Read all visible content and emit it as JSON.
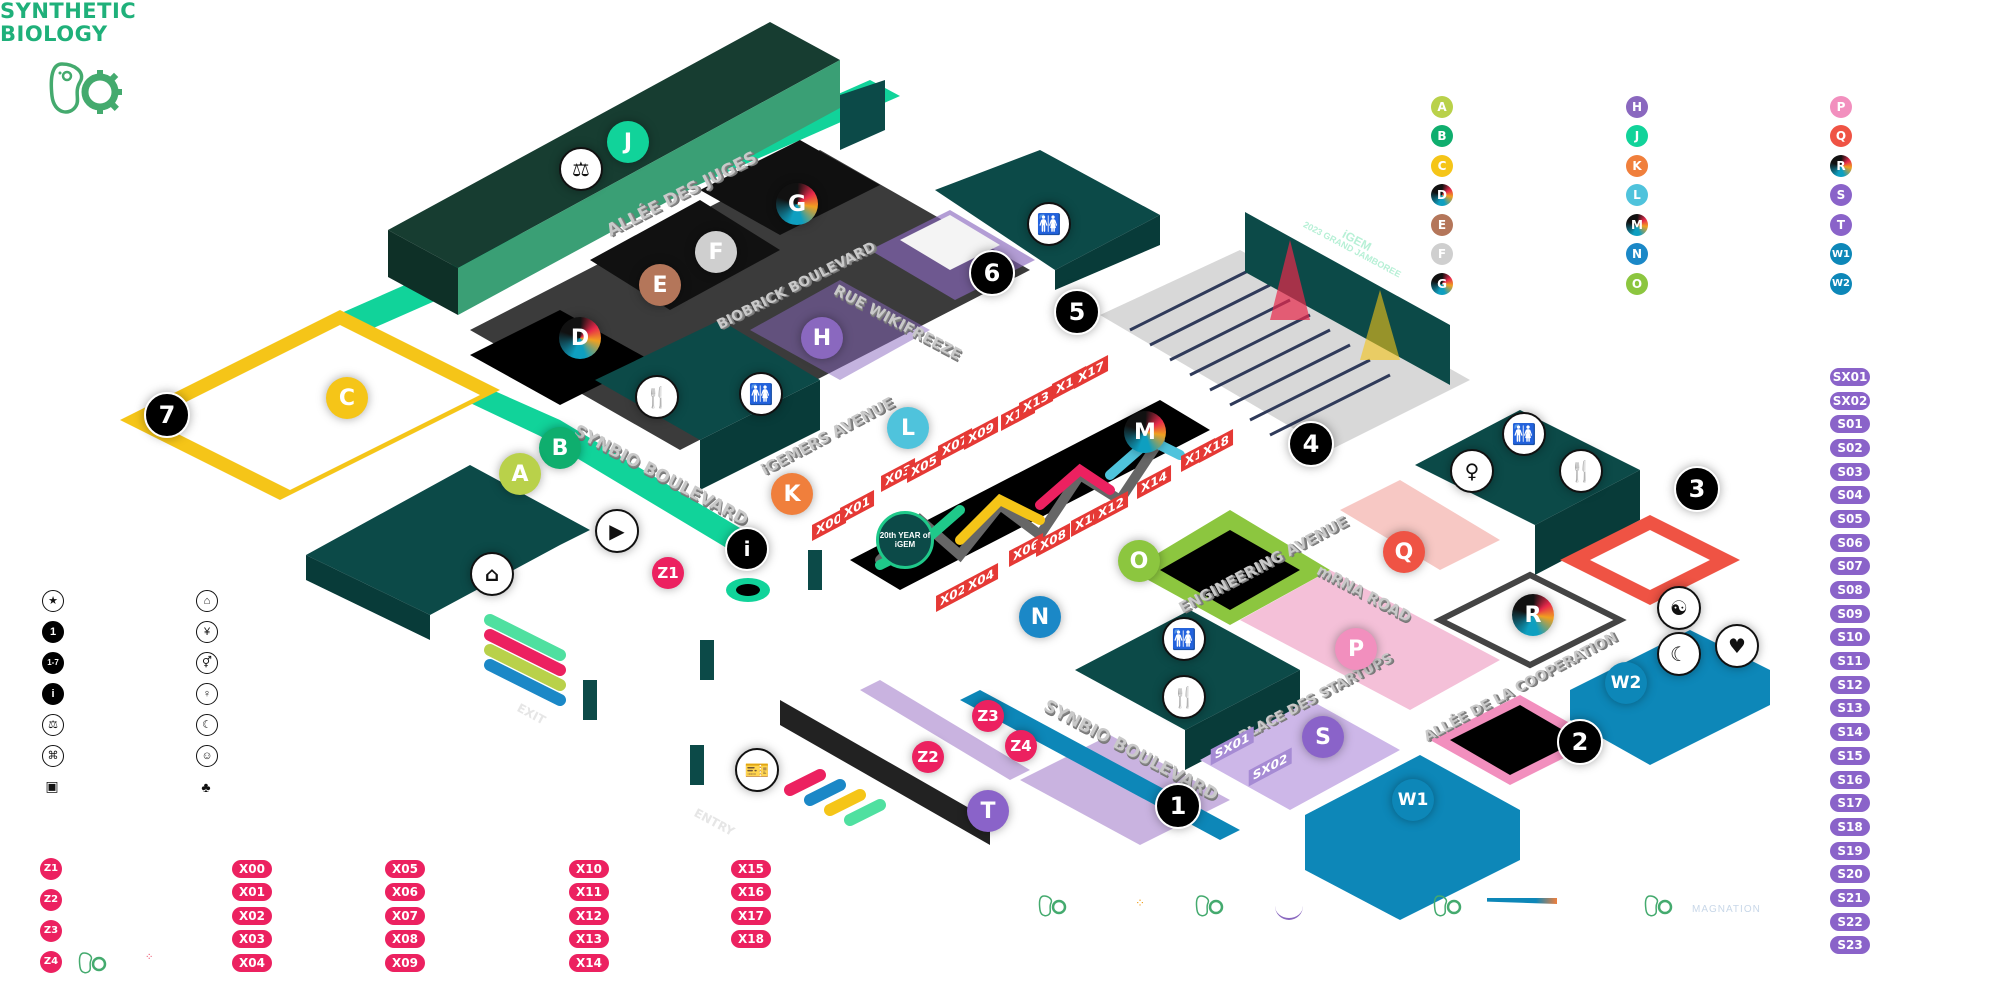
{
  "header": {
    "title_line1": "SYNTHETIC",
    "title_line2": "BIOLOGY",
    "logo_icon": "cell-gear-icon",
    "brand_color": "#1fb07a"
  },
  "map": {
    "stage_screen": {
      "brand": "iGEM",
      "text": "2023 GRAND JAMBOREE"
    },
    "center_badge": "20th YEAR of iGEM",
    "streets": [
      {
        "id": "allee-des-juges",
        "label": "ALLÉE DES JUGES"
      },
      {
        "id": "biobrick-boulevard",
        "label": "BIOBRICK BOULEVARD"
      },
      {
        "id": "rue-wikifreeze",
        "label": "RUE WIKIFREEZE"
      },
      {
        "id": "synbio-boulevard-north",
        "label": "SYNBIO BOULEVARD"
      },
      {
        "id": "igemers-avenue",
        "label": "iGEMERS AVENUE"
      },
      {
        "id": "engineering-avenue",
        "label": "ENGINEERING AVENUE"
      },
      {
        "id": "mrna-road",
        "label": "mRNA ROAD"
      },
      {
        "id": "synbio-boulevard-south",
        "label": "SYNBIO BOULEVARD"
      },
      {
        "id": "place-des-startups",
        "label": "PLACE DES STARTUPS"
      },
      {
        "id": "allee-de-la-cooperation",
        "label": "ALLÉE DE LA COOPERATION"
      },
      {
        "id": "exit",
        "label": "EXIT"
      },
      {
        "id": "entry",
        "label": "ENTRY"
      }
    ],
    "zones": [
      {
        "label": "J",
        "color": "#11d39a"
      },
      {
        "label": "G",
        "color": "gradient"
      },
      {
        "label": "F",
        "color": "#cfcfcf"
      },
      {
        "label": "E",
        "color": "#b4765a"
      },
      {
        "label": "D",
        "color": "gradient"
      },
      {
        "label": "C",
        "color": "#f5c518"
      },
      {
        "label": "B",
        "color": "#0fae6e"
      },
      {
        "label": "A",
        "color": "#b9d14a"
      },
      {
        "label": "H",
        "color": "#8a68bf"
      },
      {
        "label": "L",
        "color": "#4fc3dc"
      },
      {
        "label": "K",
        "color": "#f07f3c"
      },
      {
        "label": "M",
        "color": "gradient"
      },
      {
        "label": "N",
        "color": "#1b88c7"
      },
      {
        "label": "O",
        "color": "#8cc63f"
      },
      {
        "label": "Q",
        "color": "#ef5344"
      },
      {
        "label": "P",
        "color": "#f28fbe"
      },
      {
        "label": "R",
        "color": "gradient"
      },
      {
        "label": "S",
        "color": "#8a63c9"
      },
      {
        "label": "T",
        "color": "#8a63c9"
      },
      {
        "label": "W1",
        "color": "#0d87b8"
      },
      {
        "label": "W2",
        "color": "#0d87b8"
      }
    ],
    "stages": [
      "1",
      "2",
      "3",
      "4",
      "5",
      "6",
      "7"
    ],
    "z_spots": [
      "Z1",
      "Z2",
      "Z3",
      "Z4"
    ],
    "booths": [
      "X00",
      "X01",
      "X02",
      "X03",
      "X04",
      "X05",
      "X06",
      "X07",
      "X08",
      "X09",
      "X10",
      "X11",
      "X12",
      "X13",
      "X14",
      "X15",
      "X16",
      "X17",
      "X18"
    ],
    "startup_booths": [
      "SX01",
      "SX02"
    ],
    "facility_icons": [
      {
        "icon": "judges-gavel-icon",
        "glyph": "⚖"
      },
      {
        "icon": "restroom-icon",
        "glyph": "🚻"
      },
      {
        "icon": "restaurant-icon",
        "glyph": "🍴"
      },
      {
        "icon": "cloakroom-icon",
        "glyph": "⌂"
      },
      {
        "icon": "media-tv-icon",
        "glyph": "▶"
      },
      {
        "icon": "info-icon",
        "glyph": "i"
      },
      {
        "icon": "ticket-icon",
        "glyph": "🎫"
      },
      {
        "icon": "prayer-room-icon",
        "glyph": "♀"
      },
      {
        "icon": "meditation-icon",
        "glyph": "☯"
      },
      {
        "icon": "quiet-room-icon",
        "glyph": "☾"
      },
      {
        "icon": "nursing-room-icon",
        "glyph": "♥"
      }
    ]
  },
  "legend_zones": {
    "col1": [
      {
        "label": "A",
        "color": "#b9d14a"
      },
      {
        "label": "B",
        "color": "#0fae6e"
      },
      {
        "label": "C",
        "color": "#f5c518"
      },
      {
        "label": "D",
        "color": "gradient"
      },
      {
        "label": "E",
        "color": "#b4765a"
      },
      {
        "label": "F",
        "color": "#cfcfcf"
      },
      {
        "label": "G",
        "color": "gradient"
      }
    ],
    "col2": [
      {
        "label": "H",
        "color": "#8a68bf"
      },
      {
        "label": "J",
        "color": "#11d39a"
      },
      {
        "label": "K",
        "color": "#f07f3c"
      },
      {
        "label": "L",
        "color": "#4fc3dc"
      },
      {
        "label": "M",
        "color": "gradient"
      },
      {
        "label": "N",
        "color": "#1b88c7"
      },
      {
        "label": "O",
        "color": "#8cc63f"
      }
    ],
    "col3": [
      {
        "label": "P",
        "color": "#f28fbe"
      },
      {
        "label": "Q",
        "color": "#ef5344"
      },
      {
        "label": "R",
        "color": "gradient"
      },
      {
        "label": "S",
        "color": "#8a63c9"
      },
      {
        "label": "T",
        "color": "#8a63c9"
      },
      {
        "label": "W1",
        "color": "#0d87b8"
      },
      {
        "label": "W2",
        "color": "#0d87b8"
      }
    ]
  },
  "legend_startups": [
    "SX01",
    "SX02",
    "S01",
    "S02",
    "S03",
    "S04",
    "S05",
    "S06",
    "S07",
    "S08",
    "S09",
    "S10",
    "S11",
    "S12",
    "S13",
    "S14",
    "S15",
    "S16",
    "S17",
    "S18",
    "S19",
    "S20",
    "S21",
    "S22",
    "S23"
  ],
  "legend_icons": {
    "col1": [
      {
        "icon": "star-icon",
        "glyph": "★",
        "style": "ring"
      },
      {
        "icon": "stage-number-icon",
        "glyph": "1",
        "style": "solid"
      },
      {
        "icon": "stage-range-icon",
        "glyph": "1-7",
        "style": "solid"
      },
      {
        "icon": "info-icon",
        "glyph": "i",
        "style": "solid"
      },
      {
        "icon": "judges-gavel-icon",
        "glyph": "⚖",
        "style": "ring"
      },
      {
        "icon": "ticket-icon",
        "glyph": "⌘",
        "style": "ring"
      },
      {
        "icon": "tv-icon",
        "glyph": "▣",
        "style": "bare"
      }
    ],
    "col2": [
      {
        "icon": "cloakroom-icon",
        "glyph": "⌂",
        "style": "ring"
      },
      {
        "icon": "restaurant-icon",
        "glyph": "¥",
        "style": "ring"
      },
      {
        "icon": "restroom-icon",
        "glyph": "⚥",
        "style": "ring"
      },
      {
        "icon": "prayer-room-icon",
        "glyph": "♀",
        "style": "ring"
      },
      {
        "icon": "quiet-room-icon",
        "glyph": "☾",
        "style": "ring"
      },
      {
        "icon": "nursing-room-icon",
        "glyph": "☺",
        "style": "ring"
      },
      {
        "icon": "meditation-icon",
        "glyph": "♣",
        "style": "bare"
      }
    ]
  },
  "legend_z": [
    "Z1",
    "Z2",
    "Z3",
    "Z4"
  ],
  "legend_x": {
    "col1": [
      "X00",
      "X01",
      "X02",
      "X03",
      "X04"
    ],
    "col2": [
      "X05",
      "X06",
      "X07",
      "X08",
      "X09"
    ],
    "col3": [
      "X10",
      "X11",
      "X12",
      "X13",
      "X14"
    ],
    "col4": [
      "X15",
      "X16",
      "X17",
      "X18"
    ]
  },
  "sponsors": [
    {
      "icon": "sponsor-logo-1"
    },
    {
      "icon": "sponsor-logo-2"
    },
    {
      "icon": "sponsor-logo-3"
    },
    {
      "icon": "sponsor-logo-4"
    },
    {
      "icon": "sponsor-logo-5",
      "text": "MAGNATION"
    }
  ],
  "colors": {
    "pink_tag": "#ec2160",
    "purple_tag": "#8a63c9",
    "dark_teal": "#0c4a48",
    "mint": "#11d39a"
  }
}
